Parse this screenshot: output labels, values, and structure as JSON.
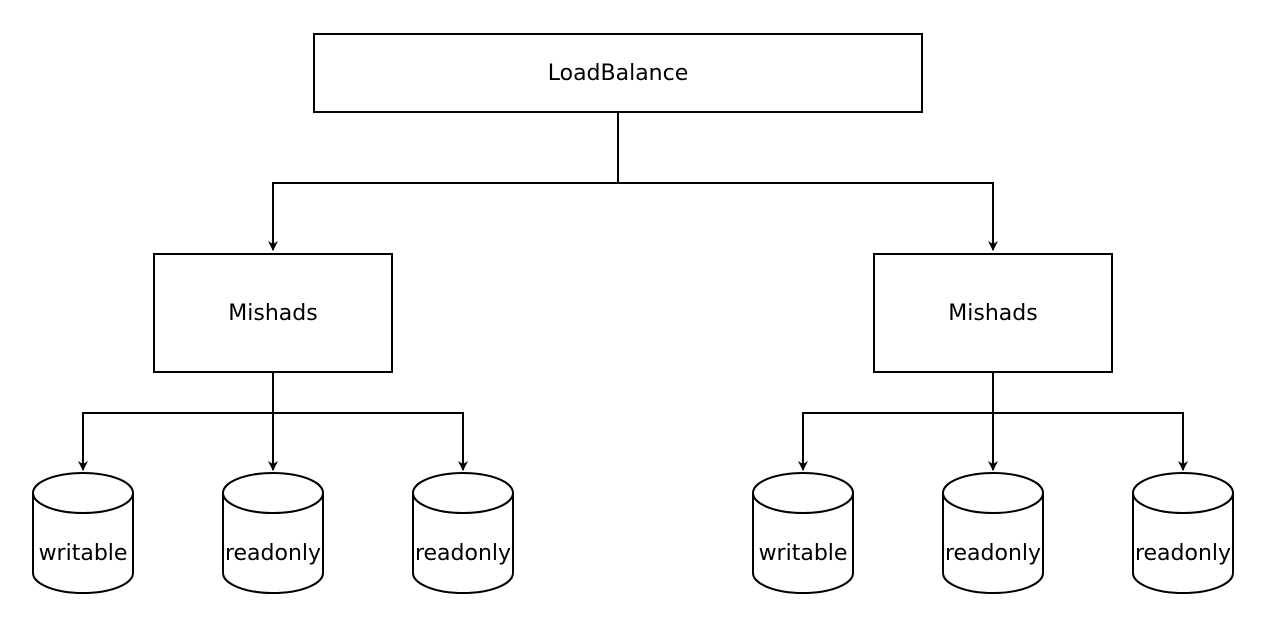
{
  "root": {
    "label": "LoadBalance"
  },
  "groups": [
    {
      "label": "Mishads",
      "databases": [
        {
          "label": "writable"
        },
        {
          "label": "readonly"
        },
        {
          "label": "readonly"
        }
      ]
    },
    {
      "label": "Mishads",
      "databases": [
        {
          "label": "writable"
        },
        {
          "label": "readonly"
        },
        {
          "label": "readonly"
        }
      ]
    }
  ],
  "colors": {
    "stroke": "#000000",
    "fill": "#ffffff",
    "text": "#000000"
  }
}
